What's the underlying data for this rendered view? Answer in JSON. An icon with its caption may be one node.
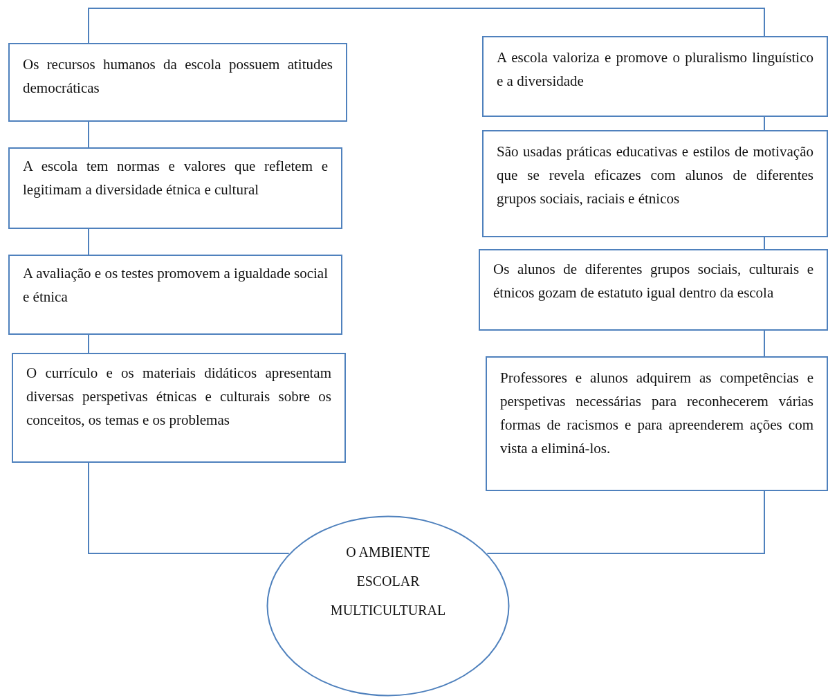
{
  "diagram": {
    "nodes": [
      {
        "text": [
          "Os recursos humanos da escola possuem atitudes democráticas"
        ]
      },
      {
        "text": [
          "A escola tem normas e valores que refletem e legitimam a diversidade étnica e cultural"
        ]
      },
      {
        "text": [
          "A avaliação e os testes promovem a igualdade social e étnica"
        ]
      },
      {
        "text": [
          "O currículo e os materiais didáticos apresentam diversas perspetivas étnicas e culturais sobre os conceitos, os temas e os problemas"
        ]
      },
      {
        "text": [
          "A escola valoriza e promove o pluralismo linguístico e a diversidade"
        ]
      },
      {
        "text": [
          "São usadas práticas educativas e estilos de motivação que se revela eficazes com alunos de diferentes grupos sociais, raciais e étnicos"
        ]
      },
      {
        "text": [
          "Os alunos de diferentes grupos sociais, culturais e étnicos gozam de estatuto igual dentro da escola"
        ]
      },
      {
        "text": [
          "Professores e alunos adquirem as competências e perspetivas necessárias para reconhecerem várias formas de racismos e para apreenderem ações com vista a eliminá-los."
        ]
      },
      {
        "text": [
          "O AMBIENTE ESCOLAR MULTICULTURAL"
        ]
      }
    ],
    "edges": [
      {
        "from": 0,
        "to": 4,
        "arrow": "none"
      },
      {
        "from": 0,
        "to": 1,
        "arrow": "none"
      },
      {
        "from": 1,
        "to": 2,
        "arrow": "none"
      },
      {
        "from": 2,
        "to": 3,
        "arrow": "none"
      },
      {
        "from": 4,
        "to": 5,
        "arrow": "none"
      },
      {
        "from": 5,
        "to": 6,
        "arrow": "none"
      },
      {
        "from": 6,
        "to": 7,
        "arrow": "none"
      },
      {
        "from": 3,
        "to": 8,
        "arrow": "none"
      },
      {
        "from": 7,
        "to": 8,
        "arrow": "none"
      }
    ]
  }
}
